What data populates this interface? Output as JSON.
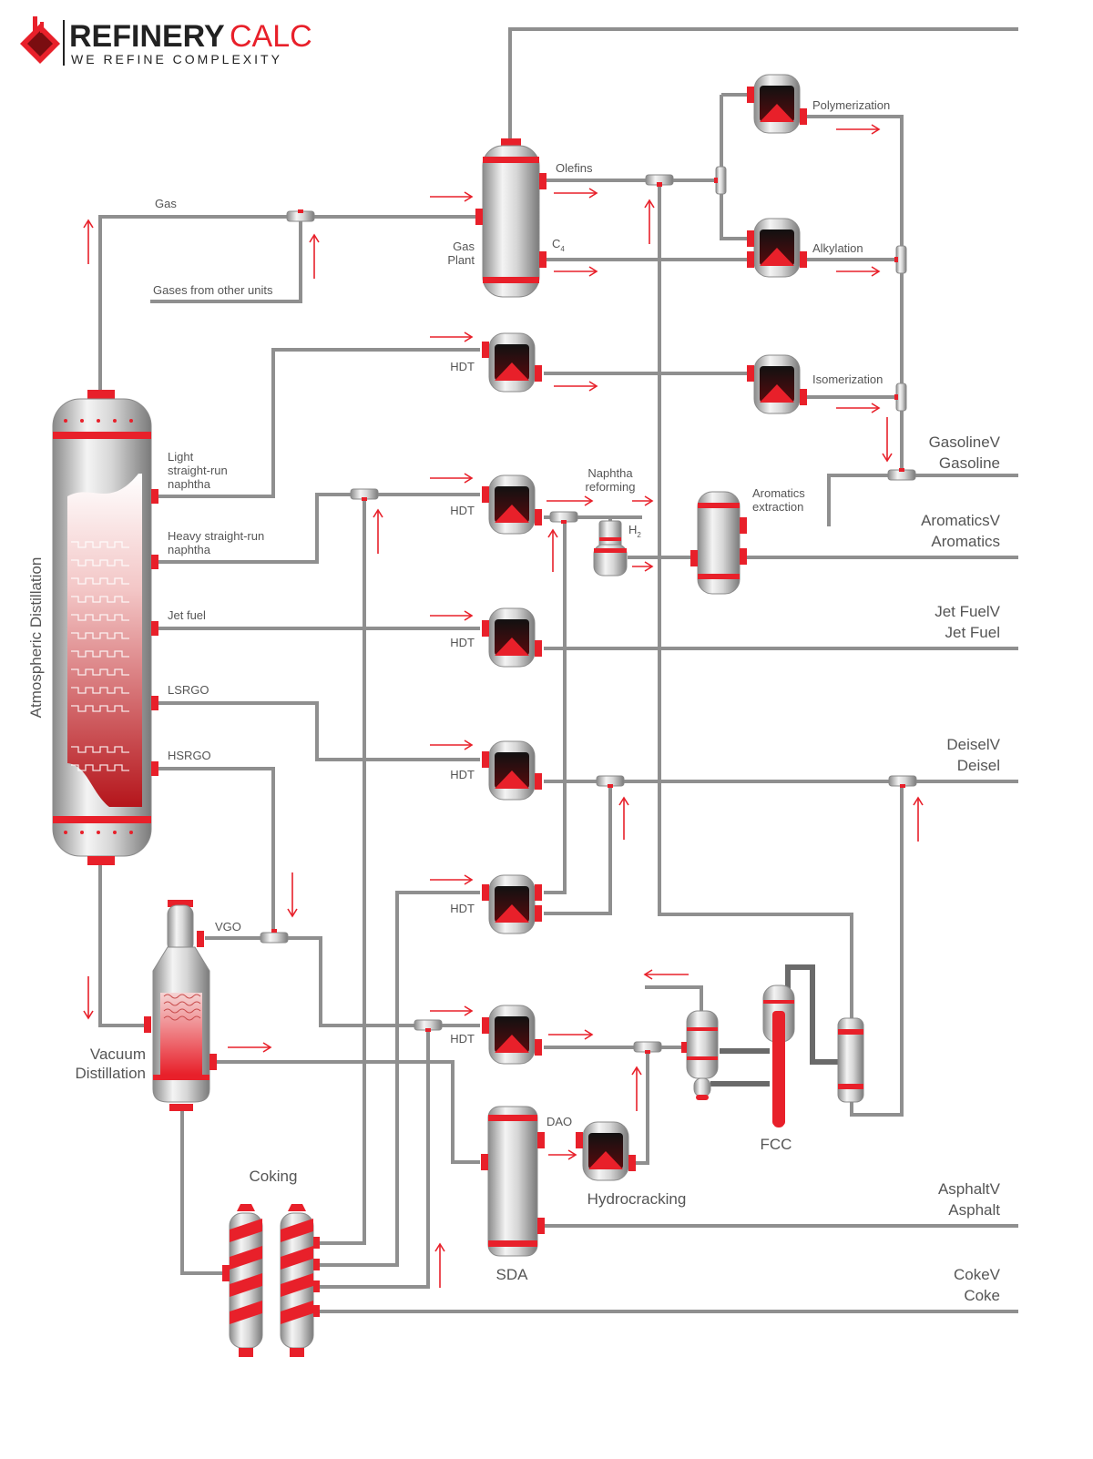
{
  "logo": {
    "name_part1": "REFINERY",
    "name_part2": "CALC",
    "tagline": "WE REFINE COMPLEXITY"
  },
  "colors": {
    "accent_red": "#e8202a",
    "pipe_gray": "#8f8f8f",
    "text_gray": "#555555"
  },
  "units": {
    "atmospheric_distillation": "Atmospheric Distillation",
    "vacuum_distillation": [
      "Vacuum",
      "Distillation"
    ],
    "gas_plant": [
      "Gas",
      "Plant"
    ],
    "coking": "Coking",
    "sda": "SDA",
    "hydrocracking": "Hydrocracking",
    "fcc": "FCC",
    "naphtha_reforming": [
      "Naphtha",
      "reforming"
    ],
    "aromatics_extraction": [
      "Aromatics",
      "extraction"
    ],
    "polymerization": "Polymerization",
    "alkylation": "Alkylation",
    "isomerization": "Isomerization",
    "hdt": "HDT"
  },
  "streams": {
    "gas": "Gas",
    "gases_from_other_units": "Gases from other units",
    "light_straight_run_naphtha": [
      "Light",
      "straight-run",
      "naphtha"
    ],
    "heavy_straight_run_naphtha": [
      "Heavy straight-run",
      "naphtha"
    ],
    "jet_fuel": "Jet fuel",
    "lsrgo": "LSRGO",
    "hsrgo": "HSRGO",
    "vgo": "VGO",
    "olefins": "Olefins",
    "c4": "C",
    "c4_sub": "4",
    "h2": "H",
    "h2_sub": "2",
    "dao": "DAO"
  },
  "products": [
    {
      "code": "GasolineV",
      "label": "Gasoline"
    },
    {
      "code": "AromaticsV",
      "label": "Aromatics"
    },
    {
      "code": "Jet FuelV",
      "label": "Jet Fuel"
    },
    {
      "code": "DeiselV",
      "label": "Deisel"
    },
    {
      "code": "AsphaltV",
      "label": "Asphalt"
    },
    {
      "code": "CokeV",
      "label": "Coke"
    }
  ]
}
